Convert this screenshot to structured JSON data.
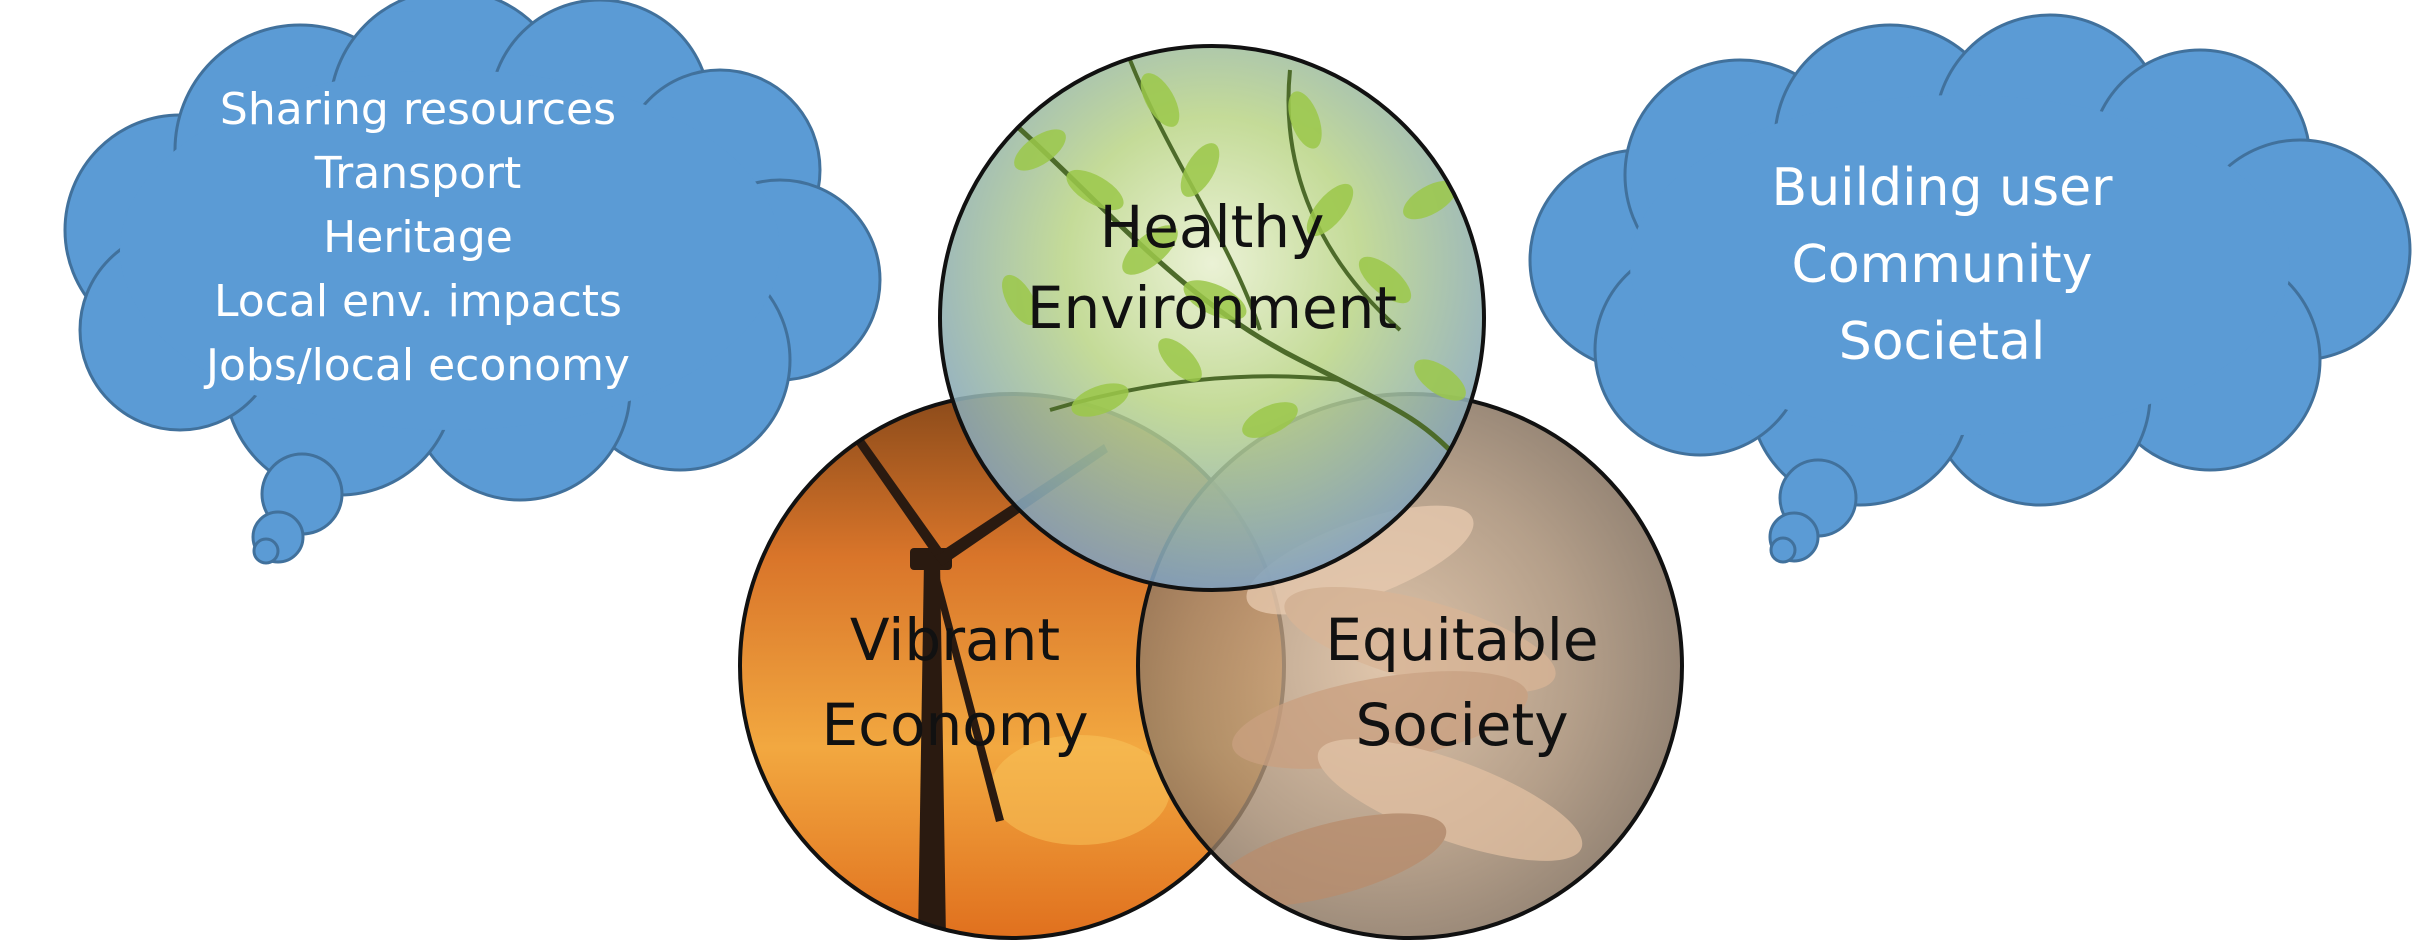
{
  "left_cloud": {
    "lines": [
      "Sharing resources",
      "Transport",
      "Heritage",
      "Local env.  impacts",
      "Jobs/local economy"
    ]
  },
  "right_cloud": {
    "lines": [
      "Building user",
      "Community",
      "Societal"
    ]
  },
  "circles": {
    "environment": {
      "line1": "Healthy",
      "line2": "Environment"
    },
    "economy": {
      "line1": "Vibrant",
      "line2": "Economy"
    },
    "society": {
      "line1": "Equitable",
      "line2": "Society"
    }
  },
  "colors": {
    "cloud_fill": "#5b9bd5",
    "cloud_stroke": "#41719c",
    "cloud_text": "#ffffff",
    "circle_stroke": "#111111"
  }
}
